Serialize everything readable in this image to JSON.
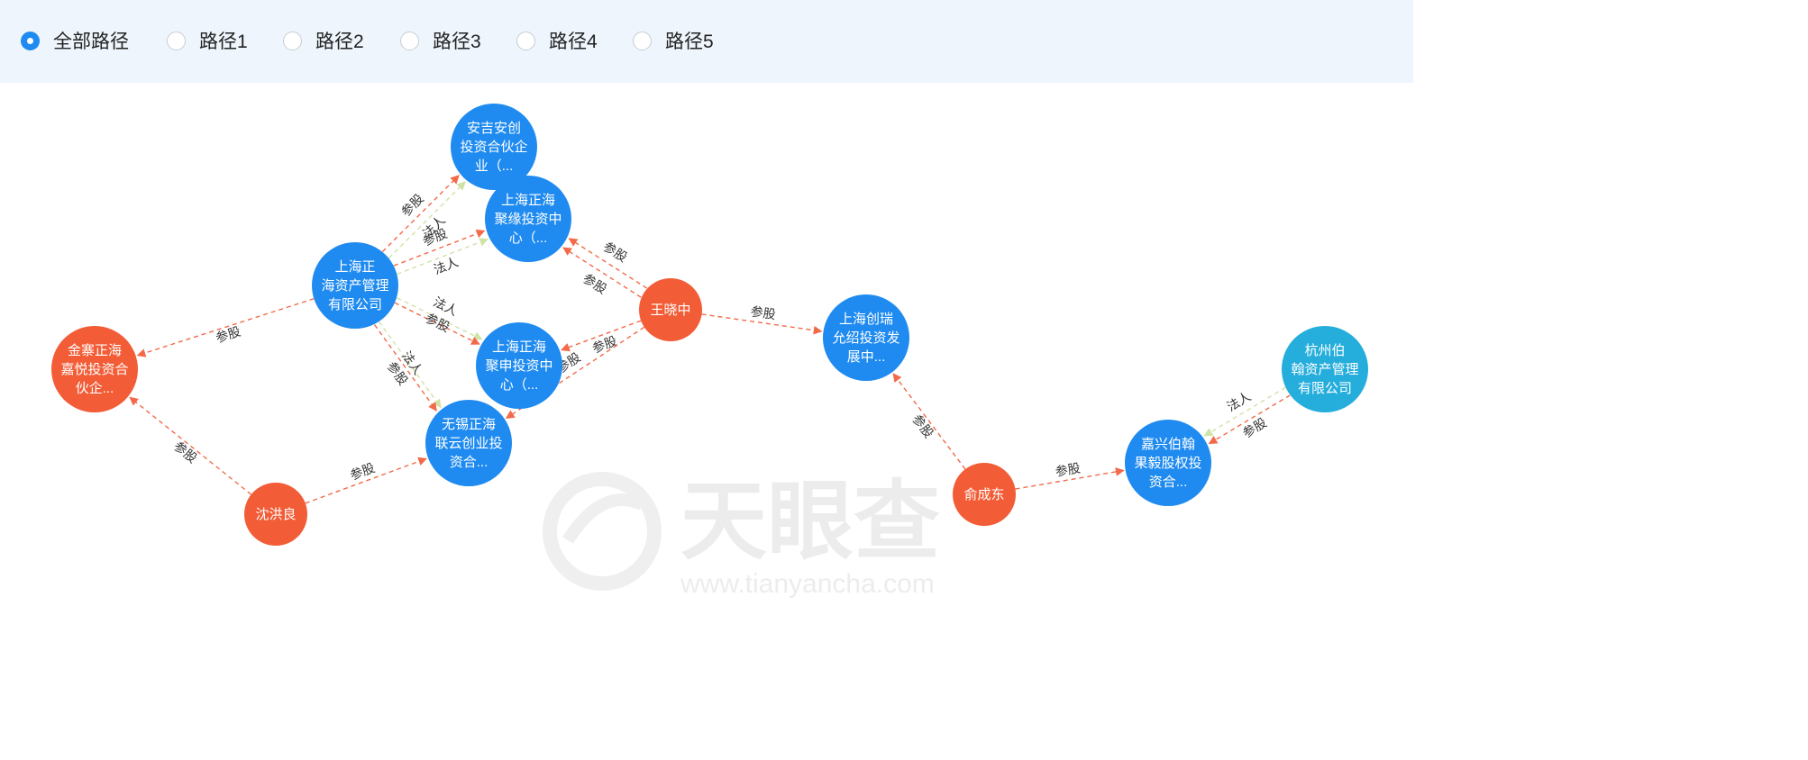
{
  "filter": {
    "options": [
      "全部路径",
      "路径1",
      "路径2",
      "路径3",
      "路径4",
      "路径5"
    ],
    "selected": "全部路径"
  },
  "colors": {
    "company": "#1f8bf0",
    "person": "#f25d37",
    "company_alt": "#25aedc",
    "share_edge": "#f26a4a",
    "legal_edge": "#cfe3a6"
  },
  "nodes": [
    {
      "id": "anji",
      "type": "company",
      "lines": [
        "安吉安创",
        "投资合伙企",
        "业（..."
      ]
    },
    {
      "id": "juyuan",
      "type": "company",
      "lines": [
        "上海正海",
        "聚缘投资中",
        "心（..."
      ]
    },
    {
      "id": "zhenghai",
      "type": "company",
      "lines": [
        "上海正",
        "海资产管理",
        "有限公司"
      ]
    },
    {
      "id": "jinzhai",
      "type": "person_org",
      "lines": [
        "金寨正海",
        "嘉悦投资合",
        "伙企..."
      ]
    },
    {
      "id": "wangxiaozhong",
      "type": "person",
      "lines": [
        "王晓中"
      ]
    },
    {
      "id": "jushen",
      "type": "company",
      "lines": [
        "上海正海",
        "聚申投资中",
        "心（..."
      ]
    },
    {
      "id": "wuxi",
      "type": "company",
      "lines": [
        "无锡正海",
        "联云创业投",
        "资合..."
      ]
    },
    {
      "id": "shenhongliang",
      "type": "person",
      "lines": [
        "沈洪良"
      ]
    },
    {
      "id": "chuangrui",
      "type": "company",
      "lines": [
        "上海创瑞",
        "允绍投资发",
        "展中..."
      ]
    },
    {
      "id": "yuchengdong",
      "type": "person",
      "lines": [
        "俞成东"
      ]
    },
    {
      "id": "jiaxing",
      "type": "company",
      "lines": [
        "嘉兴伯翰",
        "果毅股权投",
        "资合..."
      ]
    },
    {
      "id": "hangzhou",
      "type": "company_alt",
      "lines": [
        "杭州伯",
        "翰资产管理",
        "有限公司"
      ]
    }
  ],
  "edges": [
    {
      "from": "zhenghai",
      "to": "anji",
      "kind": "share",
      "label": "参股"
    },
    {
      "from": "zhenghai",
      "to": "anji",
      "kind": "legal",
      "label": "法人"
    },
    {
      "from": "zhenghai",
      "to": "juyuan",
      "kind": "share",
      "label": "参股"
    },
    {
      "from": "zhenghai",
      "to": "juyuan",
      "kind": "legal",
      "label": "法人"
    },
    {
      "from": "wangxiaozhong",
      "to": "juyuan",
      "kind": "share",
      "label": "参股"
    },
    {
      "from": "wangxiaozhong",
      "to": "juyuan",
      "kind": "share",
      "label": "参股"
    },
    {
      "from": "zhenghai",
      "to": "jinzhai",
      "kind": "share",
      "label": "参股"
    },
    {
      "from": "zhenghai",
      "to": "jushen",
      "kind": "legal",
      "label": "法人"
    },
    {
      "from": "zhenghai",
      "to": "jushen",
      "kind": "share",
      "label": "参股"
    },
    {
      "from": "zhenghai",
      "to": "wuxi",
      "kind": "legal",
      "label": "法人"
    },
    {
      "from": "zhenghai",
      "to": "wuxi",
      "kind": "share",
      "label": "参股"
    },
    {
      "from": "wangxiaozhong",
      "to": "jushen",
      "kind": "share",
      "label": "参股"
    },
    {
      "from": "wangxiaozhong",
      "to": "wuxi",
      "kind": "share",
      "label": "参股"
    },
    {
      "from": "wangxiaozhong",
      "to": "chuangrui",
      "kind": "share",
      "label": "参股"
    },
    {
      "from": "shenhongliang",
      "to": "jinzhai",
      "kind": "share",
      "label": "参股"
    },
    {
      "from": "shenhongliang",
      "to": "wuxi",
      "kind": "share",
      "label": "参股"
    },
    {
      "from": "yuchengdong",
      "to": "chuangrui",
      "kind": "share",
      "label": "参股"
    },
    {
      "from": "yuchengdong",
      "to": "jiaxing",
      "kind": "share",
      "label": "参股"
    },
    {
      "from": "hangzhou",
      "to": "jiaxing",
      "kind": "share",
      "label": "参股"
    },
    {
      "from": "hangzhou",
      "to": "jiaxing",
      "kind": "legal",
      "label": "法人"
    }
  ],
  "watermark": {
    "brand": "天眼查",
    "url": "www.tianyancha.com"
  }
}
